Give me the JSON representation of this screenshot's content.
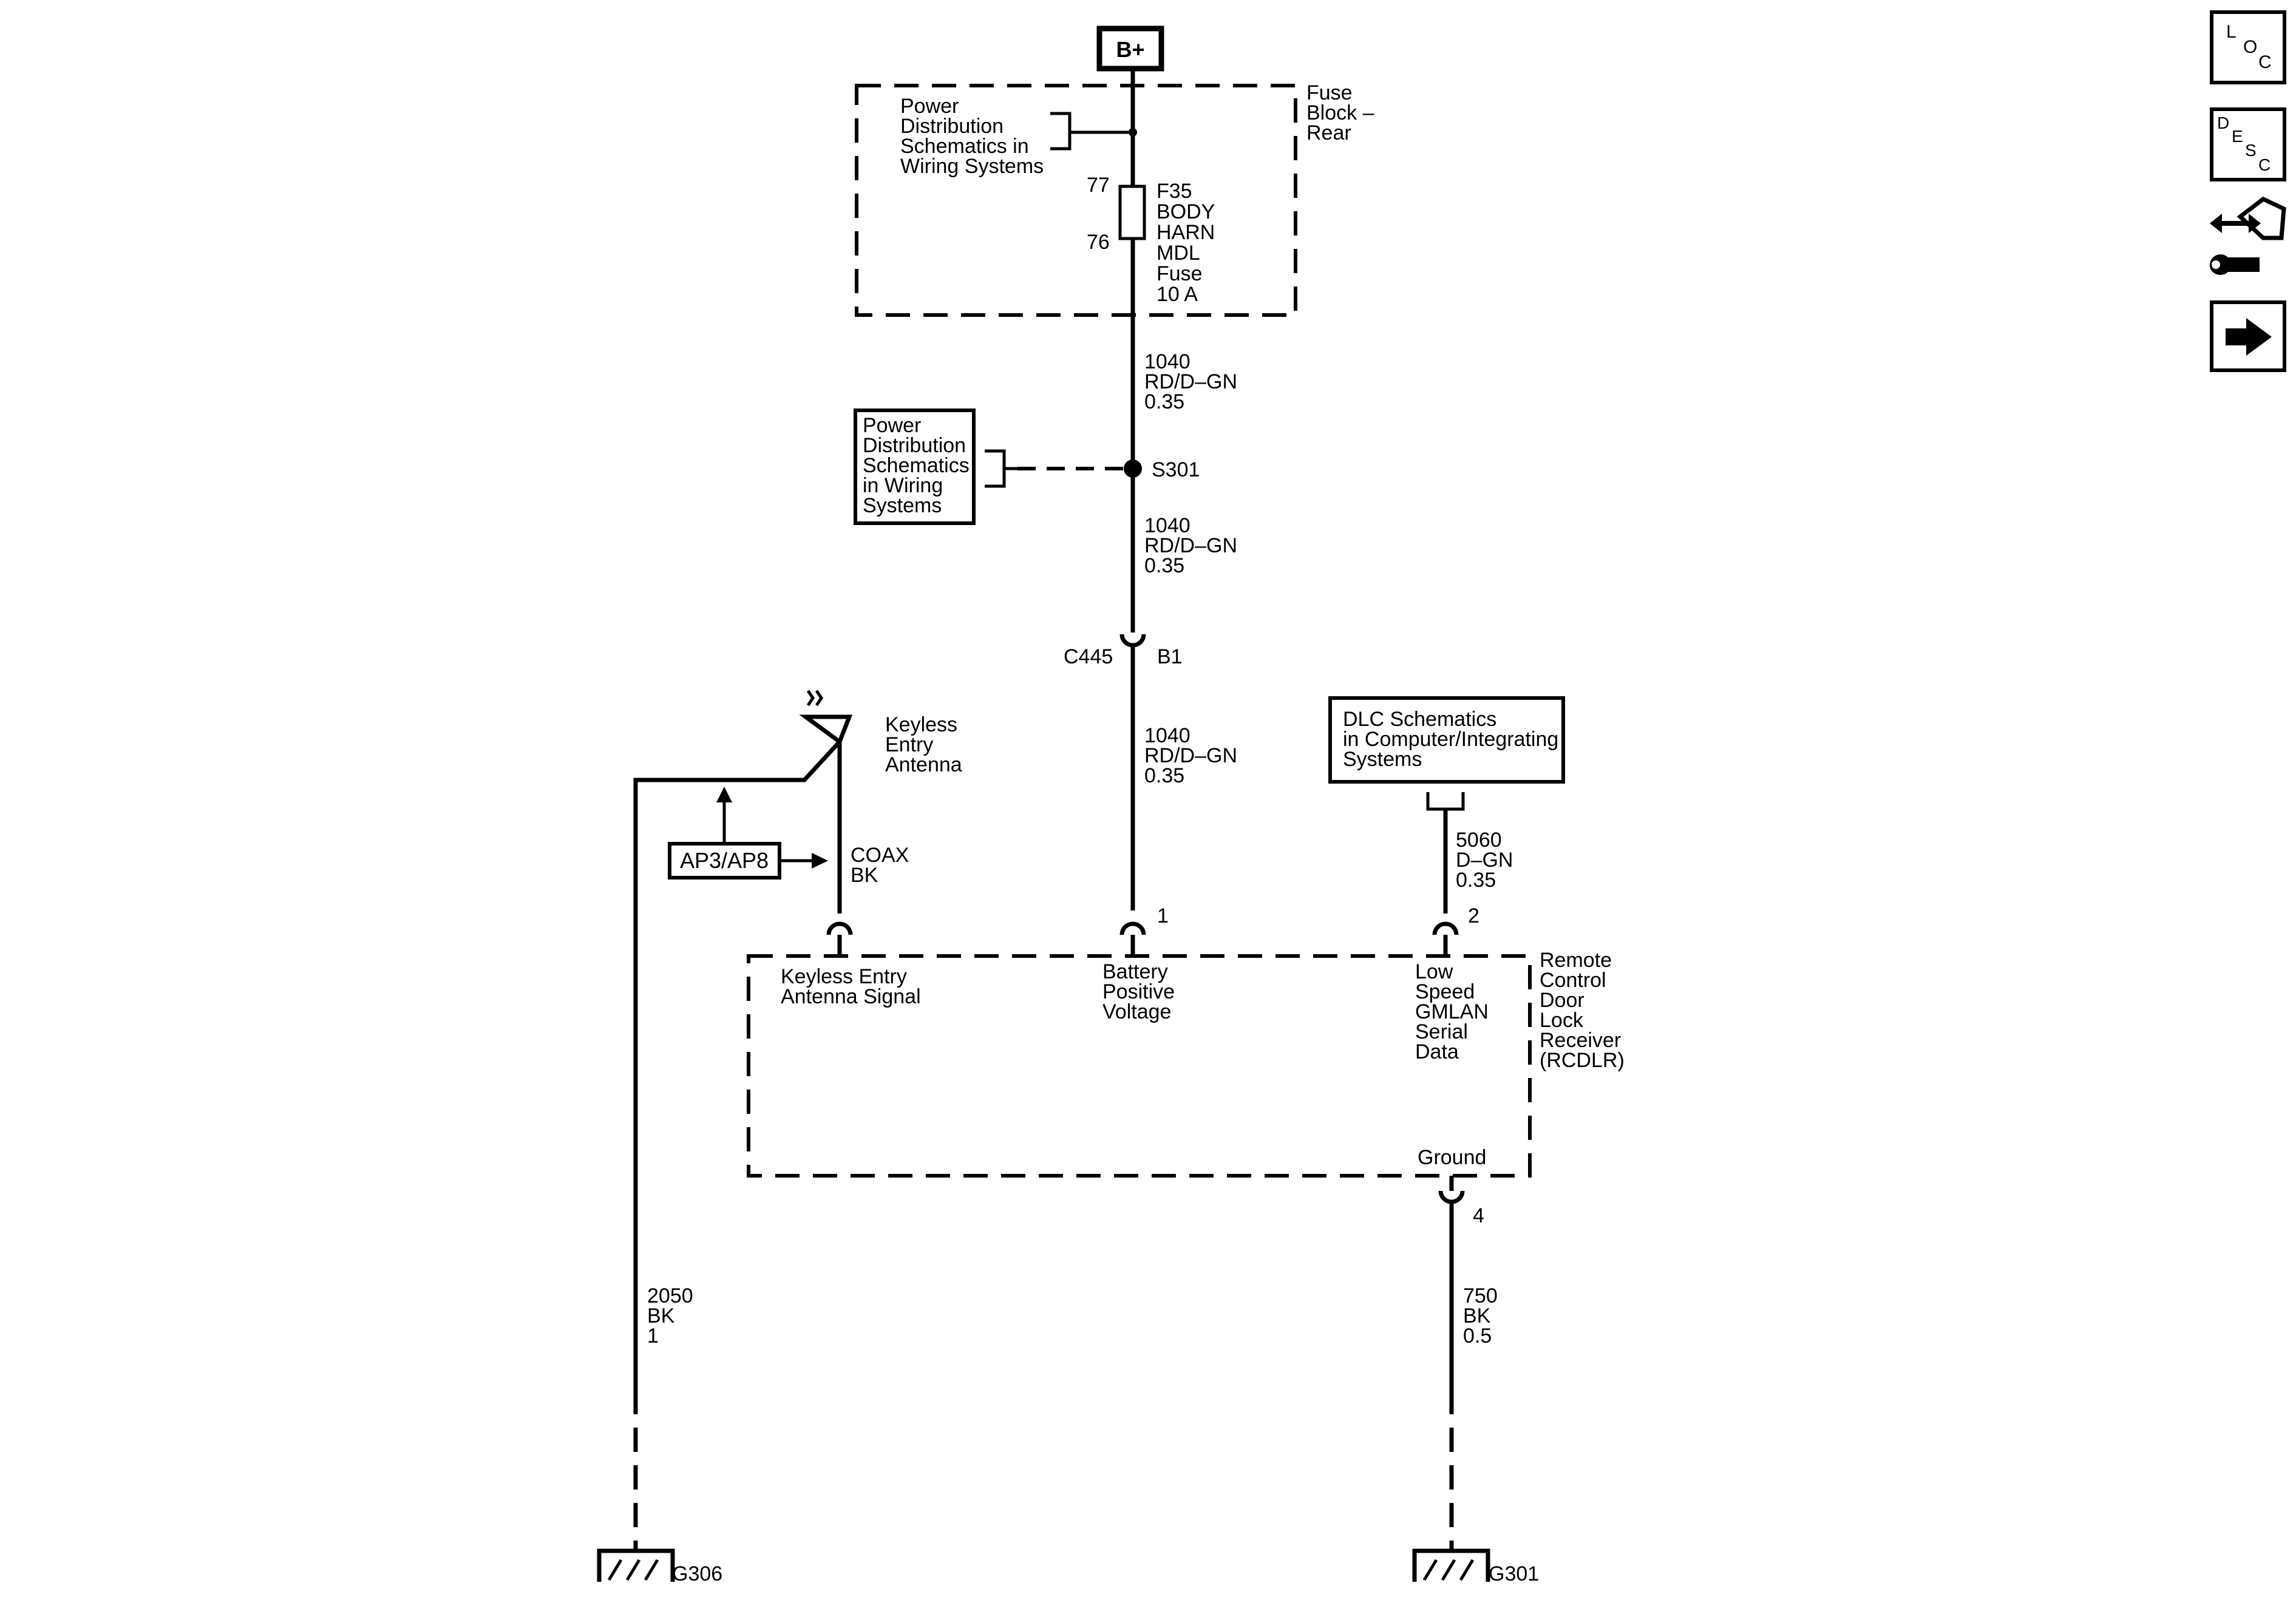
{
  "power": {
    "source": "B+"
  },
  "fuse_block": {
    "name": [
      "Fuse",
      "Block –",
      "Rear"
    ],
    "ref_box": [
      "Power",
      "Distribution",
      "Schematics in",
      "Wiring Systems"
    ],
    "fuse_pin_top": "77",
    "fuse_pin_bottom": "76",
    "fuse_label": [
      "F35",
      "BODY",
      "HARN",
      "MDL",
      "Fuse",
      "10 A"
    ]
  },
  "wires": {
    "w1040_a": [
      "1040",
      "RD/D–GN",
      "0.35"
    ],
    "w1040_b": [
      "1040",
      "RD/D–GN",
      "0.35"
    ],
    "w1040_c": [
      "1040",
      "RD/D–GN",
      "0.35"
    ],
    "w5060": [
      "5060",
      "D–GN",
      "0.35"
    ],
    "w2050": [
      "2050",
      "BK",
      "1"
    ],
    "w750": [
      "750",
      "BK",
      "0.5"
    ],
    "coax": [
      "COAX",
      "BK"
    ]
  },
  "splice": {
    "id": "S301",
    "ref_box": [
      "Power",
      "Distribution",
      "Schematics",
      "in Wiring",
      "Systems"
    ]
  },
  "connector_c445": {
    "name": "C445",
    "pin": "B1"
  },
  "antenna": {
    "label": [
      "Keyless",
      "Entry",
      "Antenna"
    ]
  },
  "ap_box": {
    "label": "AP3/AP8"
  },
  "dlc_box": {
    "label": [
      "DLC Schematics",
      "in Computer/Integrating",
      "Systems"
    ]
  },
  "module": {
    "name": [
      "Remote",
      "Control",
      "Door",
      "Lock",
      "Receiver",
      "(RCDLR)"
    ],
    "pin_antenna_label": [
      "Keyless Entry",
      "Antenna Signal"
    ],
    "pin_battery_label": [
      "Battery",
      "Positive",
      "Voltage"
    ],
    "pin_battery_num": "1",
    "pin_serial_label": [
      "Low",
      "Speed",
      "GMLAN",
      "Serial",
      "Data"
    ],
    "pin_serial_num": "2",
    "pin_ground_label": "Ground",
    "pin_ground_num": "4"
  },
  "grounds": {
    "left": "G306",
    "right": "G301"
  },
  "nav": {
    "loc": [
      "L",
      "O",
      "C"
    ],
    "desc": [
      "D",
      "E",
      "S",
      "C"
    ],
    "icons": [
      "component-connector-icon",
      "next-arrow-icon"
    ]
  }
}
